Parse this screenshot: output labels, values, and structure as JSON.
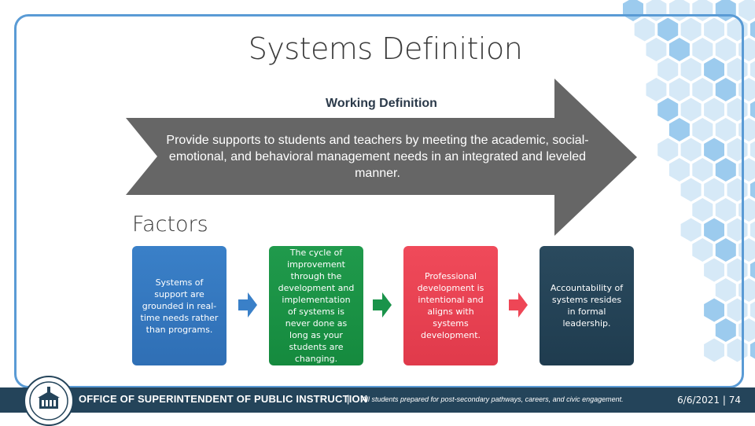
{
  "slide": {
    "title": "Systems Definition",
    "definition_heading": "Working Definition",
    "definition_text": "Provide supports to students and teachers by meeting the academic, social-emotional, and behavioral management needs in an integrated and leveled manner.",
    "factors_heading": "Factors",
    "factors": [
      {
        "text": "Systems of support are grounded in real-time needs rather than programs.",
        "color": "#3a80c8"
      },
      {
        "text": "The cycle of improvement through the development and implementation of systems is never done as long as your students are changing.",
        "color": "#1a934a"
      },
      {
        "text": "Professional development is intentional and aligns with systems development.",
        "color": "#ee4656"
      },
      {
        "text": "Accountability of systems resides in formal leadership.",
        "color": "#244558"
      }
    ],
    "arrow_icons": [
      "right-arrow-icon",
      "right-arrow-icon",
      "right-arrow-icon"
    ]
  },
  "footer": {
    "office": "OFFICE OF SUPERINTENDENT OF PUBLIC INSTRUCTION",
    "separator": "|",
    "tagline": "All students prepared for post-secondary pathways, careers, and civic engagement.",
    "date_page": "6/6/2021  |  74",
    "logo": "ospi-seal-logo"
  },
  "colors": {
    "frame": "#5a9bd5",
    "arrow": "#666666",
    "footer": "#24445a",
    "hex_light": "#d6e9f7",
    "hex_mid": "#9ccbee"
  }
}
